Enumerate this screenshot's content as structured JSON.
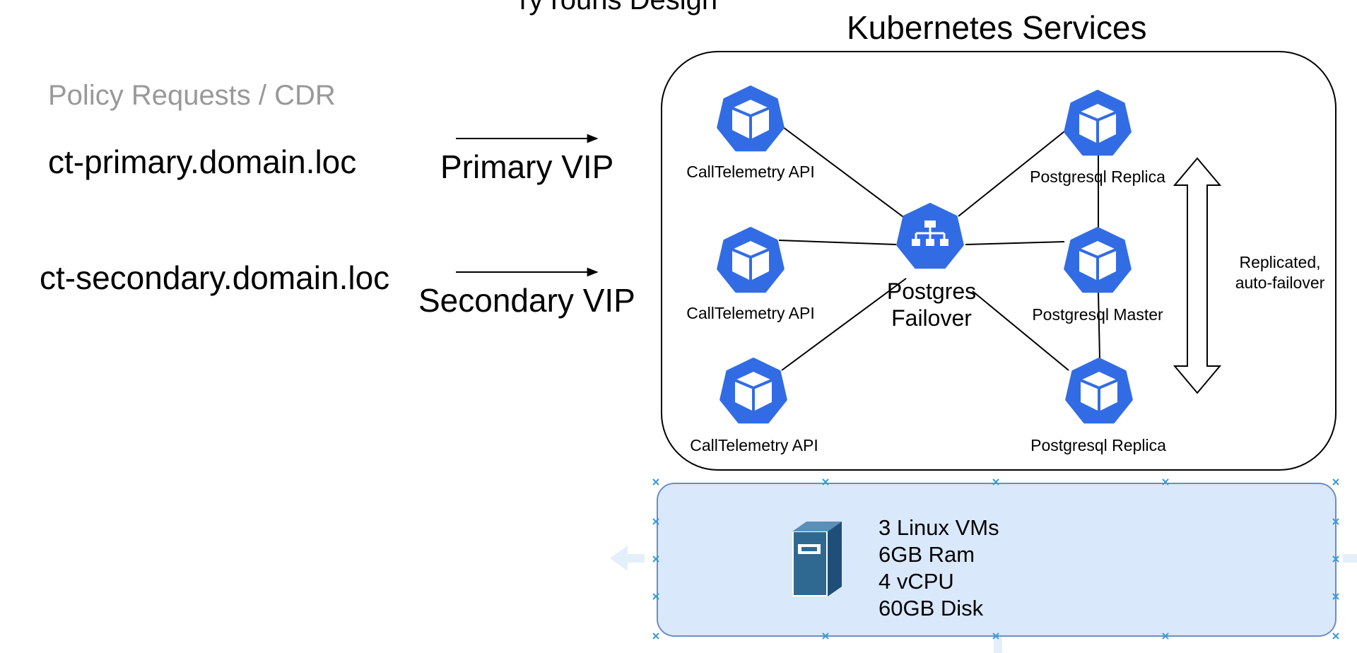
{
  "top_title": "ry rouns Design",
  "policy_label": "Policy Requests / CDR",
  "hosts": {
    "primary": "ct-primary.domain.loc",
    "secondary": "ct-secondary.domain.loc"
  },
  "vips": {
    "primary": "Primary VIP",
    "secondary": "Secondary VIP"
  },
  "kubernetes": {
    "title": "Kubernetes Services",
    "api_nodes": [
      "CallTelemetry API",
      "CallTelemetry API",
      "CallTelemetry API"
    ],
    "failover_lines": [
      "Postgres",
      "Failover"
    ],
    "postgres_nodes": [
      "Postgresql Replica",
      "Postgresql Master",
      "Postgresql Replica"
    ],
    "replication_note": [
      "Replicated,",
      "auto-failover"
    ]
  },
  "vm_spec": [
    "3 Linux VMs",
    "6GB Ram",
    "4 vCPU",
    "60GB Disk"
  ],
  "icons": {
    "pod": "kubernetes-pod-icon",
    "service": "kubernetes-service-icon",
    "server": "server-icon"
  },
  "colors": {
    "k8s_blue": "#326ce5",
    "vm_fill": "#dae8fc",
    "vm_stroke": "#6c8ebf",
    "server_blue": "#2f6992"
  }
}
